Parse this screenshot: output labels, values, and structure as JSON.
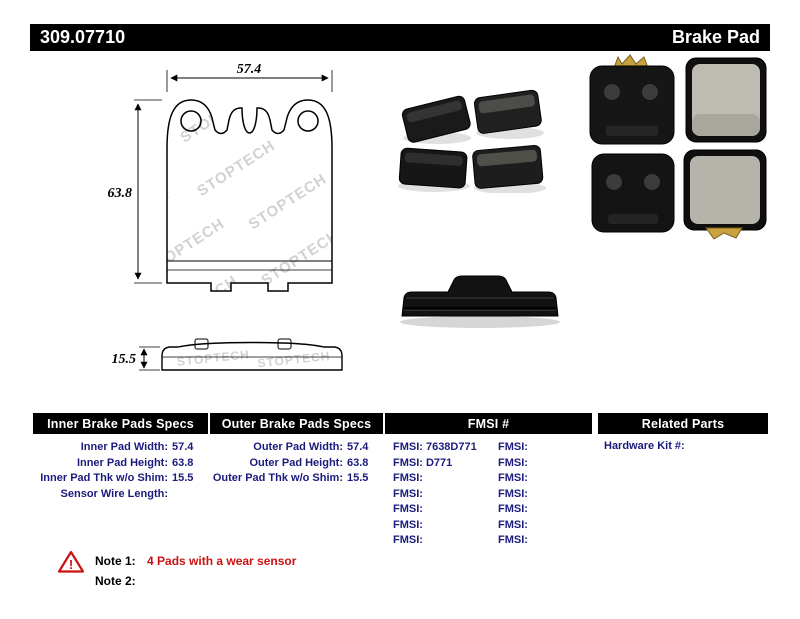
{
  "header": {
    "part_number": "309.07710",
    "product_type": "Brake Pad"
  },
  "diagram": {
    "watermark": "STOPTECH",
    "front": {
      "width_label": "57.4",
      "height_label": "63.8"
    },
    "side": {
      "thickness_label": "15.5"
    }
  },
  "specs": {
    "inner": {
      "header": "Inner Brake Pads Specs",
      "rows": [
        {
          "label": "Inner Pad Width:",
          "value": "57.4"
        },
        {
          "label": "Inner Pad Height:",
          "value": "63.8"
        },
        {
          "label": "Inner Pad Thk w/o Shim:",
          "value": "15.5"
        },
        {
          "label": "Sensor Wire Length:",
          "value": ""
        }
      ]
    },
    "outer": {
      "header": "Outer Brake Pads Specs",
      "rows": [
        {
          "label": "Outer Pad Width:",
          "value": "57.4"
        },
        {
          "label": "Outer Pad Height:",
          "value": "63.8"
        },
        {
          "label": "Outer Pad Thk w/o Shim:",
          "value": "15.5"
        }
      ]
    },
    "fmsi": {
      "header": "FMSI #",
      "left": [
        {
          "label": "FMSI:",
          "value": "7638D771"
        },
        {
          "label": "FMSI:",
          "value": "D771"
        },
        {
          "label": "FMSI:",
          "value": ""
        },
        {
          "label": "FMSI:",
          "value": ""
        },
        {
          "label": "FMSI:",
          "value": ""
        },
        {
          "label": "FMSI:",
          "value": ""
        },
        {
          "label": "FMSI:",
          "value": ""
        }
      ],
      "right": [
        {
          "label": "FMSI:",
          "value": ""
        },
        {
          "label": "FMSI:",
          "value": ""
        },
        {
          "label": "FMSI:",
          "value": ""
        },
        {
          "label": "FMSI:",
          "value": ""
        },
        {
          "label": "FMSI:",
          "value": ""
        },
        {
          "label": "FMSI:",
          "value": ""
        },
        {
          "label": "FMSI:",
          "value": ""
        }
      ]
    },
    "related": {
      "header": "Related Parts",
      "rows": [
        {
          "label": "Hardware Kit #:",
          "value": ""
        }
      ]
    }
  },
  "notes": {
    "warning_glyph": "!",
    "note1_label": "Note 1:",
    "note1_text": "4 Pads with a wear sensor",
    "note2_label": "Note 2:",
    "note2_text": ""
  },
  "colors": {
    "header_bar": "#000000",
    "spec_text": "#1b1b7e",
    "note_red": "#cc1111",
    "hardware_gold": "#c8a23e"
  }
}
